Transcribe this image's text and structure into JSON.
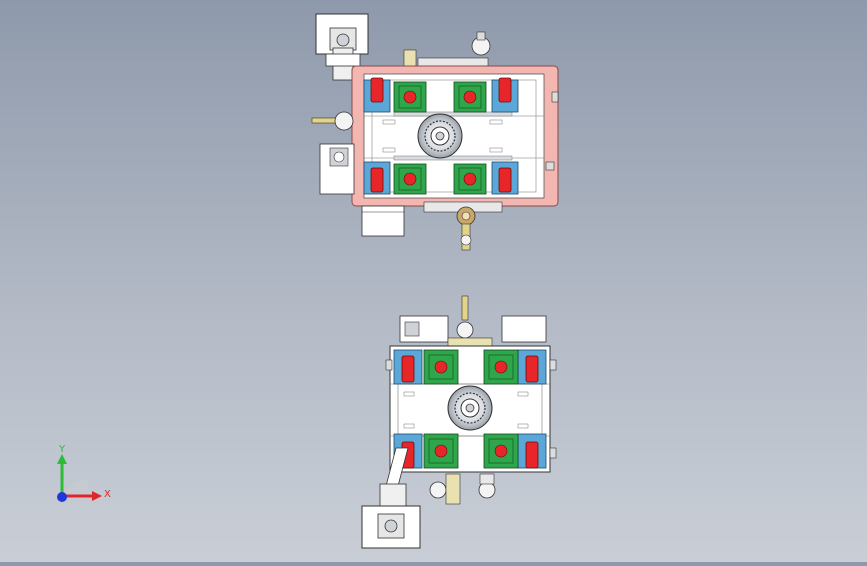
{
  "viewport": {
    "background_top": "#8e99ab",
    "background_bottom": "#c9ced6"
  },
  "assemblies": [
    {
      "name": "assembly-upper",
      "plate_color": "#f3b6b0",
      "frame_color": "#ffffff"
    },
    {
      "name": "assembly-lower",
      "plate_color": "#ffffff",
      "frame_color": "#ffffff"
    }
  ],
  "fixture_colors": {
    "clamp_block": "#2fa64b",
    "clamp_pin": "#e8262a",
    "lock_block": "#5ba8d8",
    "lock_pad": "#e8262a"
  },
  "triad": {
    "x_label": "X",
    "y_label": "Y",
    "x_color": "#e0262a",
    "y_color": "#2dbb3a",
    "z_color": "#2036d8"
  }
}
